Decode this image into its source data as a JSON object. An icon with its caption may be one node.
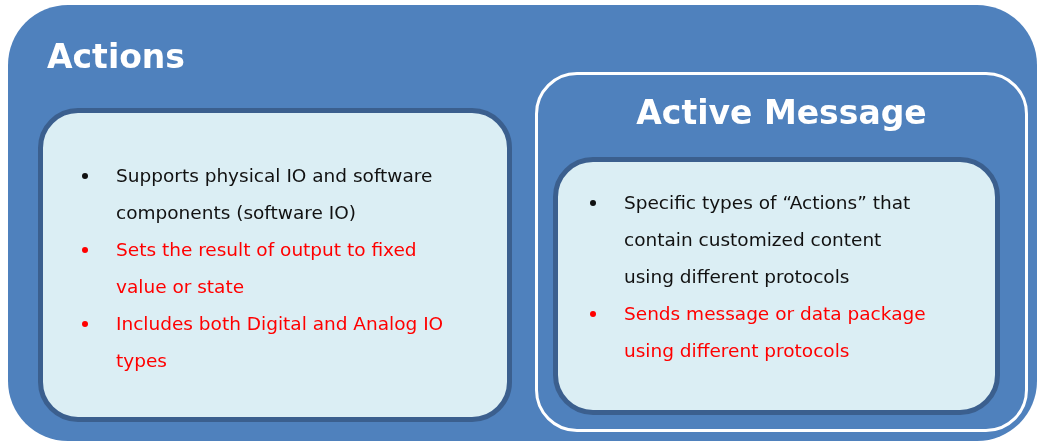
{
  "diagram": {
    "nodes": [
      {
        "text": [
          "Actions"
        ]
      },
      {
        "text": [
          "Supports physical IO and software components (software IO)",
          "Sets the result of output to fixed value or state",
          "Includes both Digital and Analog IO types"
        ],
        "in": 0
      },
      {
        "text": [
          "Active Message"
        ],
        "in": 0
      },
      {
        "text": [
          "Specific types of “Actions” that contain customized content using different protocols",
          "Sends message or data package using different protocols"
        ],
        "in": 2
      }
    ]
  }
}
